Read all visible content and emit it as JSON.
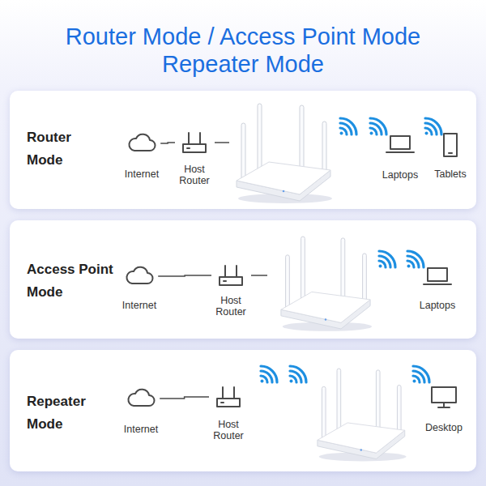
{
  "diagram": {
    "title": "Router Mode / Access Point Mode Repeater Mode",
    "nodes": [
      {
        "text": [
          "Router Mode"
        ]
      },
      {
        "text": [
          "Internet"
        ],
        "in": 0
      },
      {
        "text": [
          "Host Router"
        ],
        "in": 0
      },
      {
        "text": [
          "Laptops"
        ],
        "in": 0
      },
      {
        "text": [
          "Tablets"
        ],
        "in": 0
      },
      {
        "text": [
          "Access Point Mode"
        ]
      },
      {
        "text": [
          "Internet"
        ],
        "in": 5
      },
      {
        "text": [
          "Host Router"
        ],
        "in": 5
      },
      {
        "text": [
          "Laptops"
        ],
        "in": 5
      },
      {
        "text": [
          "Repeater Mode"
        ]
      },
      {
        "text": [
          "Internet"
        ],
        "in": 9
      },
      {
        "text": [
          "Host Router"
        ],
        "in": 9
      },
      {
        "text": [
          "Desktop"
        ],
        "in": 9
      }
    ],
    "edges": [
      {
        "from": 1,
        "to": 2,
        "arrow": "none"
      },
      {
        "from": 6,
        "to": 7,
        "arrow": "none"
      },
      {
        "from": 10,
        "to": 11,
        "arrow": "none"
      }
    ]
  }
}
